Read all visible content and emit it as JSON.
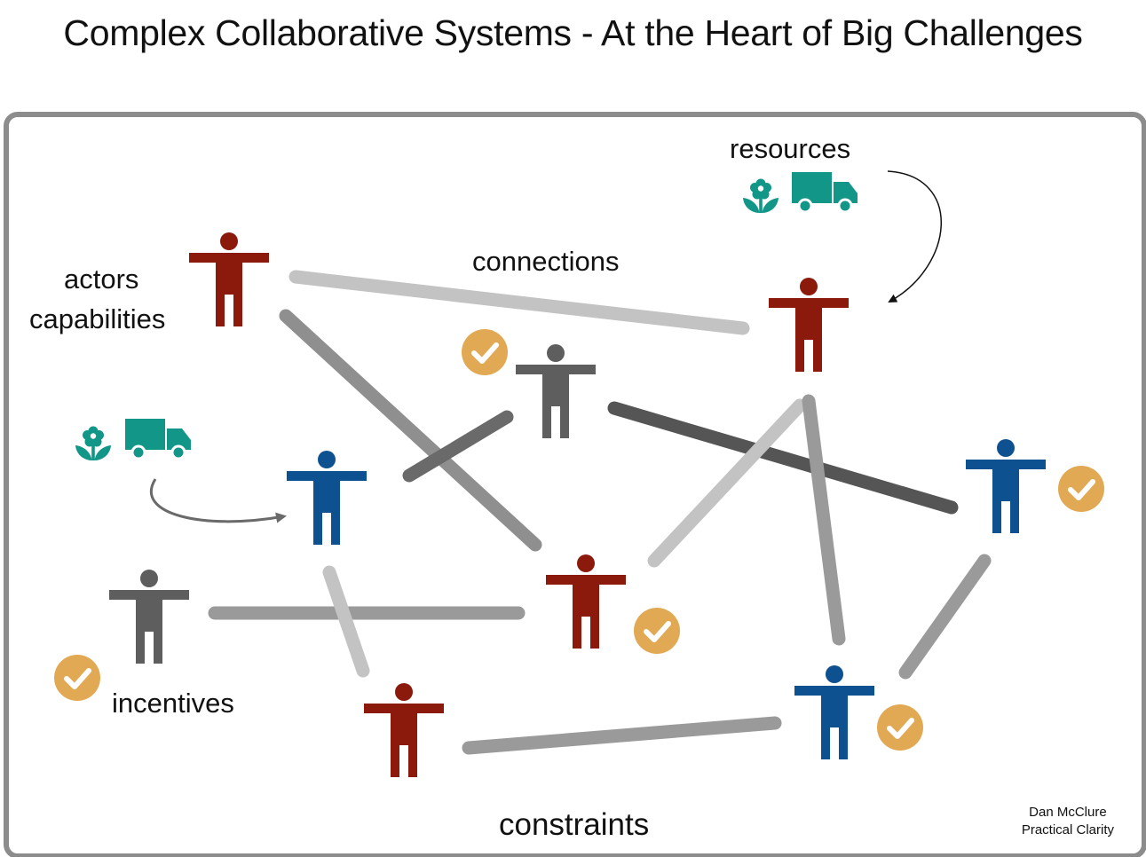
{
  "title": "Complex Collaborative Systems - At the Heart of Big Challenges",
  "labels": {
    "resources": "resources",
    "connections": "connections",
    "actors": "actors",
    "capabilities": "capabilities",
    "incentives": "incentives",
    "constraints": "constraints"
  },
  "credit": {
    "author": "Dan McClure",
    "org": "Practical Clarity"
  },
  "colors": {
    "red_actor": "#8b1a0c",
    "blue_actor": "#0e5190",
    "gray_actor": "#5e5e5e",
    "check_badge": "#e2a954",
    "resource_icon": "#129688",
    "frame": "#8c8c8c"
  },
  "icons": [
    "person-icon",
    "check-badge-icon",
    "flower-icon",
    "truck-icon",
    "arrow-icon"
  ]
}
